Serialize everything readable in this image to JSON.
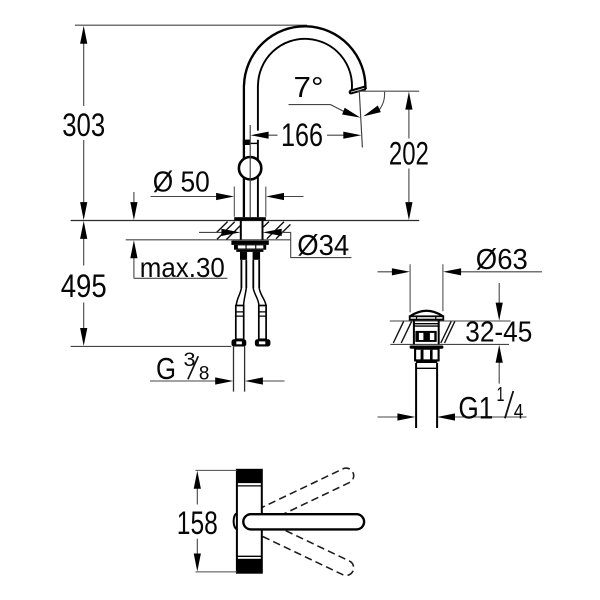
{
  "drawing": {
    "type": "technical-dimension-drawing",
    "subject": "single-hole basin mixer faucet with high C-spout, pop-up waste and lever swing top view",
    "background_color": "#ffffff",
    "line_color": "#000000",
    "labels": {
      "spout_height": "303",
      "total_height": "495",
      "reach": "166",
      "outlet_angle": "7°",
      "escutcheon_diameter": "Ø 50",
      "shank_diameter": "Ø34",
      "max_deck_thickness": "max.30",
      "outlet_height": "202",
      "supply_thread_prefix": "G",
      "supply_thread_numerator": "3",
      "supply_thread_denominator": "8",
      "drain_flange_diameter": "Ø63",
      "deck_thickness_range": "32-45",
      "drain_thread_prefix": "G1",
      "drain_thread_numerator": "1",
      "drain_thread_denominator": "4",
      "handle_swing": "158"
    }
  }
}
